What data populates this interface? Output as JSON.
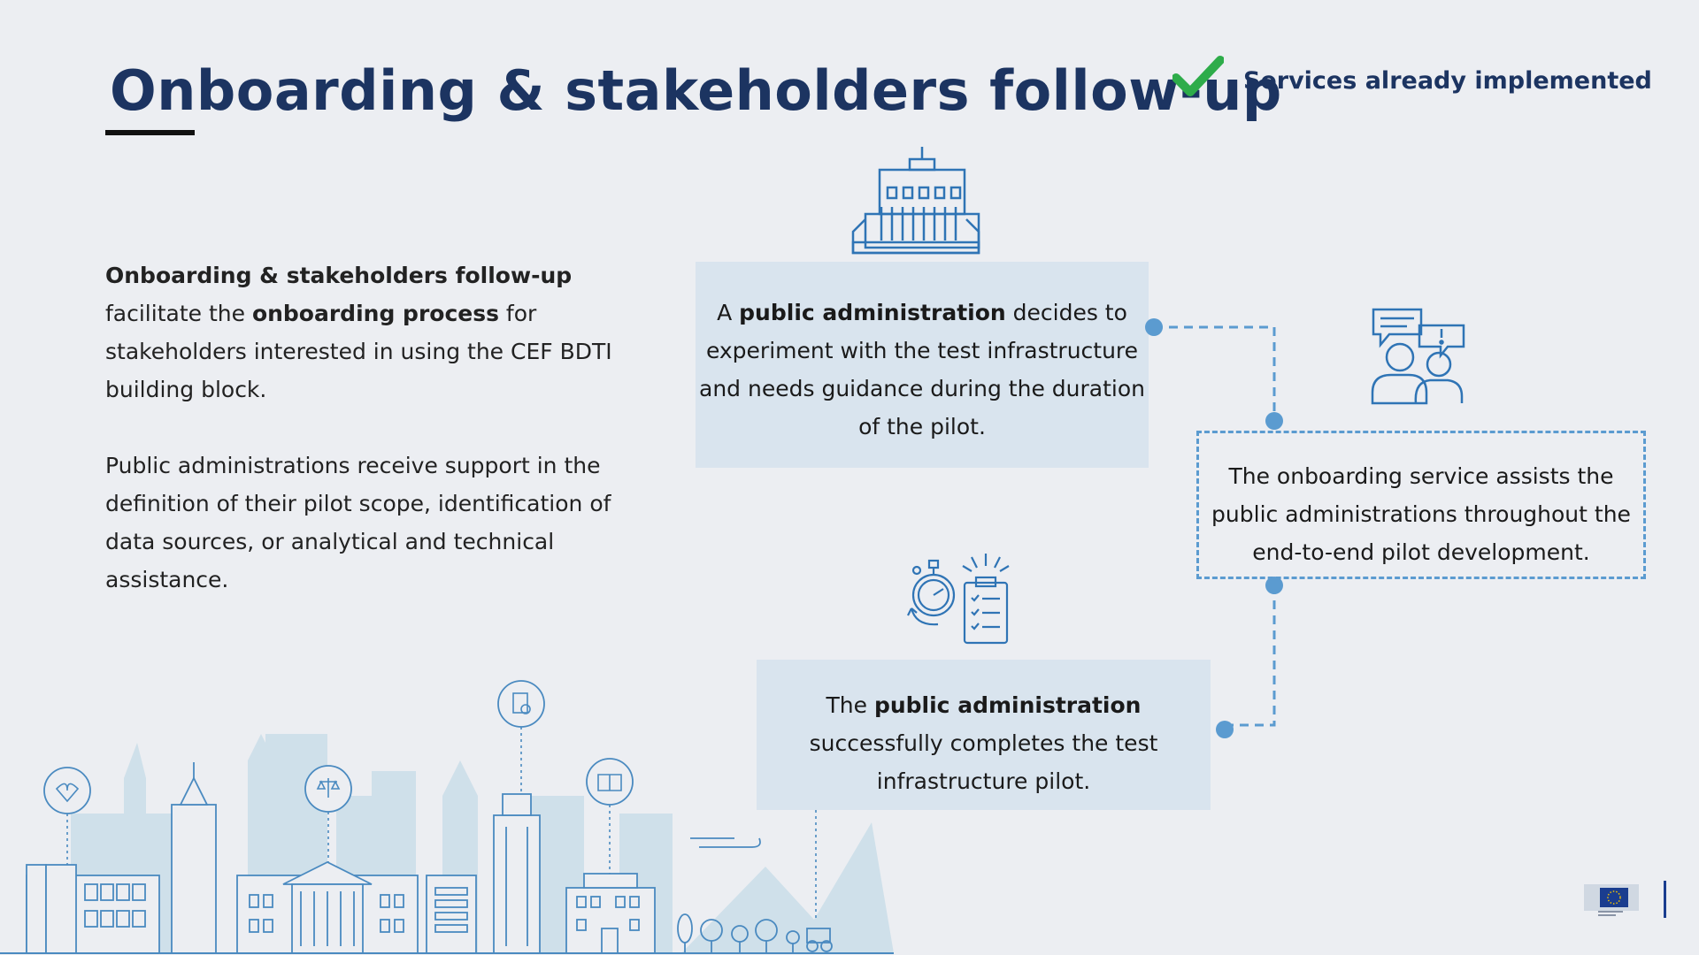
{
  "header": {
    "title": "Onboarding & stakeholders follow-up",
    "legend_label": "Services already implemented",
    "legend_icon": "checkmark-icon",
    "colors": {
      "title": "#1c3461",
      "check": "#2eac4a",
      "accent": "#5b9bd0"
    }
  },
  "intro": {
    "p1_bold_lead": "Onboarding & stakeholders follow-up",
    "p1_text_a": "facilitate the ",
    "p1_bold_mid": "onboarding process",
    "p1_text_b": " for stakeholders interested in using the CEF BDTI building block.",
    "p2": "Public administrations receive support in the definition of their pilot scope, identification of data sources, or analytical and technical assistance."
  },
  "steps": {
    "step1": {
      "pre": "A ",
      "bold": "public administration",
      "post": " decides to experiment with the test infrastructure and needs guidance during the duration of the pilot.",
      "icon": "government-building-icon"
    },
    "step2": {
      "text": "The onboarding service assists the public administrations throughout the end-to-end pilot development.",
      "icon": "people-chat-icon"
    },
    "step3": {
      "pre": "The ",
      "bold": "public administration",
      "post": " successfully completes the test infrastructure pilot.",
      "icon": "stopwatch-checklist-icon"
    }
  },
  "footer": {
    "illustration": "city-skyline-illustration",
    "logo": "european-commission-logo"
  }
}
